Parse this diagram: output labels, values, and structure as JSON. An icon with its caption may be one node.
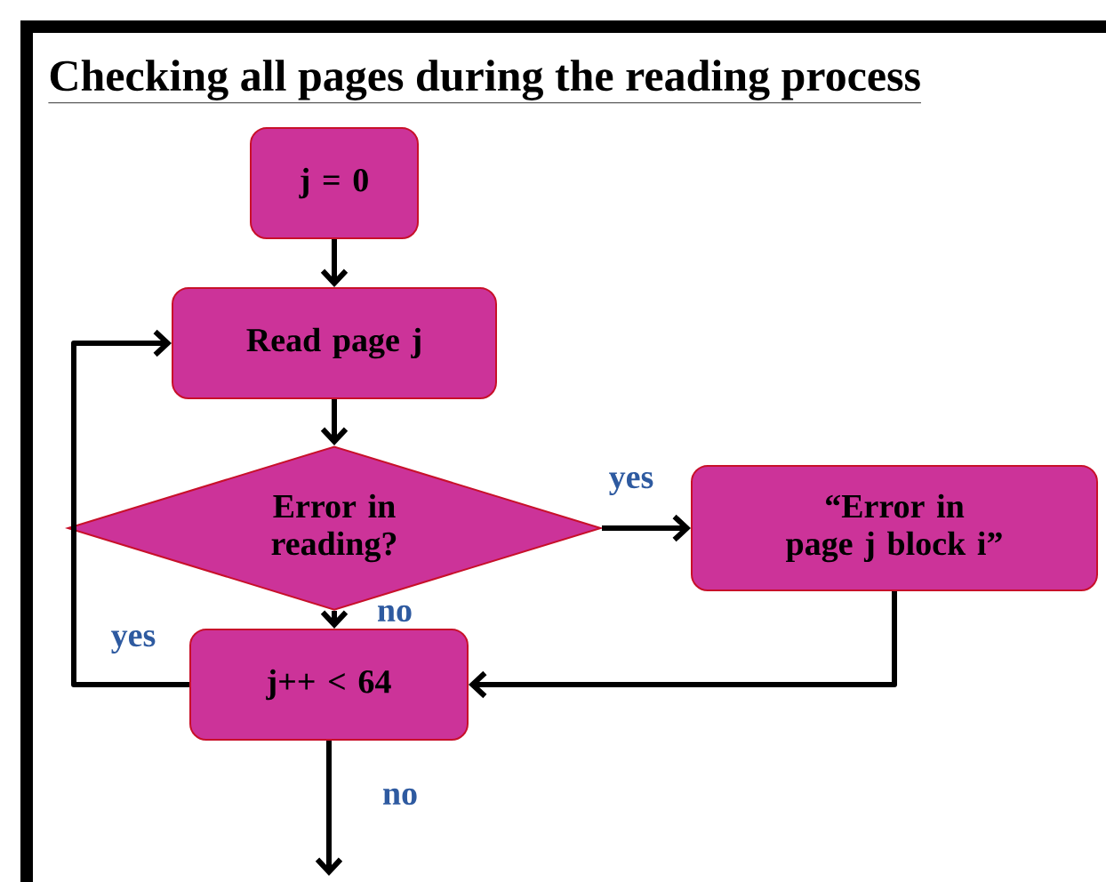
{
  "diagram": {
    "title": "Checking all pages during the reading process",
    "nodes": [
      {
        "text": [
          "j = 0"
        ]
      },
      {
        "text": [
          "Read page j"
        ]
      },
      {
        "text": [
          "Error in reading?"
        ]
      },
      {
        "text": [
          "“Error in page j block i”"
        ]
      },
      {
        "text": [
          "j++ < 64"
        ]
      }
    ],
    "edges": [
      {
        "from": 0,
        "to": 1,
        "arrow": "to"
      },
      {
        "from": 1,
        "to": 2,
        "arrow": "to"
      },
      {
        "from": 2,
        "to": 3,
        "arrow": "to",
        "label": "yes"
      },
      {
        "from": 2,
        "to": 4,
        "arrow": "to",
        "label": "no"
      },
      {
        "from": 3,
        "to": 4,
        "arrow": "to"
      },
      {
        "from": 4,
        "to": 1,
        "arrow": "to",
        "label": "yes"
      },
      {
        "from": 4,
        "to": null,
        "arrow": "to",
        "label": "no"
      }
    ]
  }
}
